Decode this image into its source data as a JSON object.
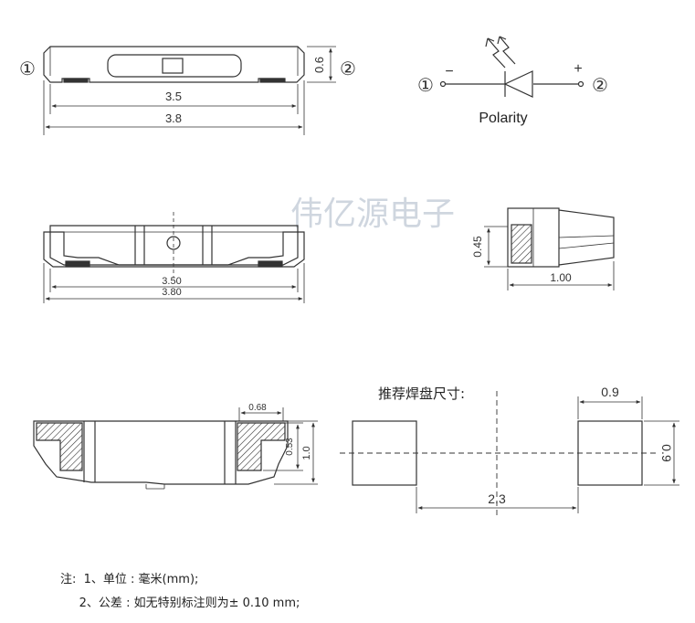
{
  "watermark": "伟亿源电子",
  "side_view": {
    "pin_left": "①",
    "pin_right": "②",
    "height_label": "0.6",
    "inner_width_label": "3.5",
    "outer_width_label": "3.8"
  },
  "polarity": {
    "pin_left": "①",
    "pin_right": "②",
    "minus": "−",
    "plus": "+",
    "caption": "Polarity"
  },
  "top_view": {
    "inner_width_label": "3.50",
    "outer_width_label": "3.80"
  },
  "end_view": {
    "height_label": "0.45",
    "width_label": "1.00"
  },
  "bottom_view": {
    "pad_width_label": "0.68",
    "pad_height_label": "0.53",
    "total_height_label": "1.0"
  },
  "footprint": {
    "title": "推荐焊盘尺寸:",
    "pad_width_label": "0.9",
    "pad_height_label": "0.9",
    "pitch_label": "2.3"
  },
  "notes": {
    "line1": "注:  1、单位 : 毫米(mm);",
    "line2": "     2、公差 : 如无特别标注则为± 0.10 mm;"
  }
}
